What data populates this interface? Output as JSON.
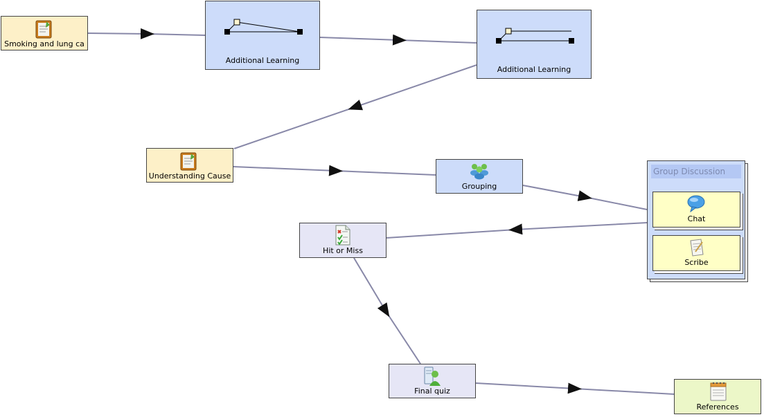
{
  "nodes": {
    "smoking": {
      "label": "Smoking and lung ca",
      "icon": "notebook-icon"
    },
    "additional1": {
      "label": "Additional Learning",
      "icon": "branching-icon"
    },
    "additional2": {
      "label": "Additional Learning",
      "icon": "branching-icon"
    },
    "understanding": {
      "label": "Understanding Cause",
      "icon": "notebook-icon"
    },
    "grouping": {
      "label": "Grouping",
      "icon": "people-group-icon"
    },
    "hitmiss": {
      "label": "Hit or Miss",
      "icon": "checklist-icon"
    },
    "finalquiz": {
      "label": "Final quiz",
      "icon": "quiz-person-icon"
    },
    "references": {
      "label": "References",
      "icon": "notepad-icon"
    }
  },
  "group": {
    "title": "Group Discussion",
    "chat": {
      "label": "Chat",
      "icon": "speech-bubble-icon"
    },
    "scribe": {
      "label": "Scribe",
      "icon": "scribe-paper-icon"
    }
  },
  "colors": {
    "line": "#8888a8",
    "activity_yellow": "#fdf0c8",
    "activity_blue": "#cddcfa",
    "activity_lavender": "#e6e6f6",
    "activity_green": "#ecf7c8",
    "subactivity": "#ffffc6"
  }
}
